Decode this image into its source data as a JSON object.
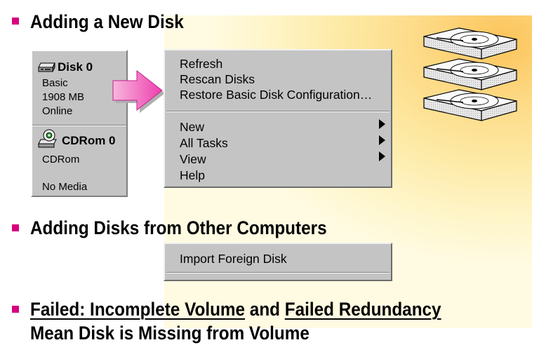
{
  "sections": {
    "new_disk": {
      "title": "Adding a New Disk"
    },
    "other_computers": {
      "title": "Adding Disks from Other Computers"
    },
    "failed": {
      "link1": "Failed: Incomplete Volume",
      "connector": " and ",
      "link2": "Failed Redundancy",
      "line2": "Mean Disk is Missing from Volume"
    }
  },
  "disk_panel": {
    "disk0": {
      "title": "Disk 0",
      "type": "Basic",
      "size": "1908 MB",
      "status": "Online",
      "icon": "hard-disk-icon"
    },
    "cdrom0": {
      "title": "CDRom 0",
      "type": "CDRom",
      "status": "No Media",
      "icon": "cdrom-icon"
    }
  },
  "context_menu": {
    "items_top": [
      "Refresh",
      "Rescan Disks",
      "Restore Basic Disk Configuration…"
    ],
    "items_bottom": [
      {
        "label": "New",
        "submenu": true
      },
      {
        "label": "All Tasks",
        "submenu": true
      },
      {
        "label": "View",
        "submenu": true
      },
      {
        "label": "Help",
        "submenu": false
      }
    ]
  },
  "import_menu": {
    "item": "Import Foreign Disk"
  },
  "colors": {
    "bullet": "#d8007f",
    "arrow": "#ee3fae",
    "menu_bg": "#c4c4c4",
    "glow": "#fcc45a"
  }
}
